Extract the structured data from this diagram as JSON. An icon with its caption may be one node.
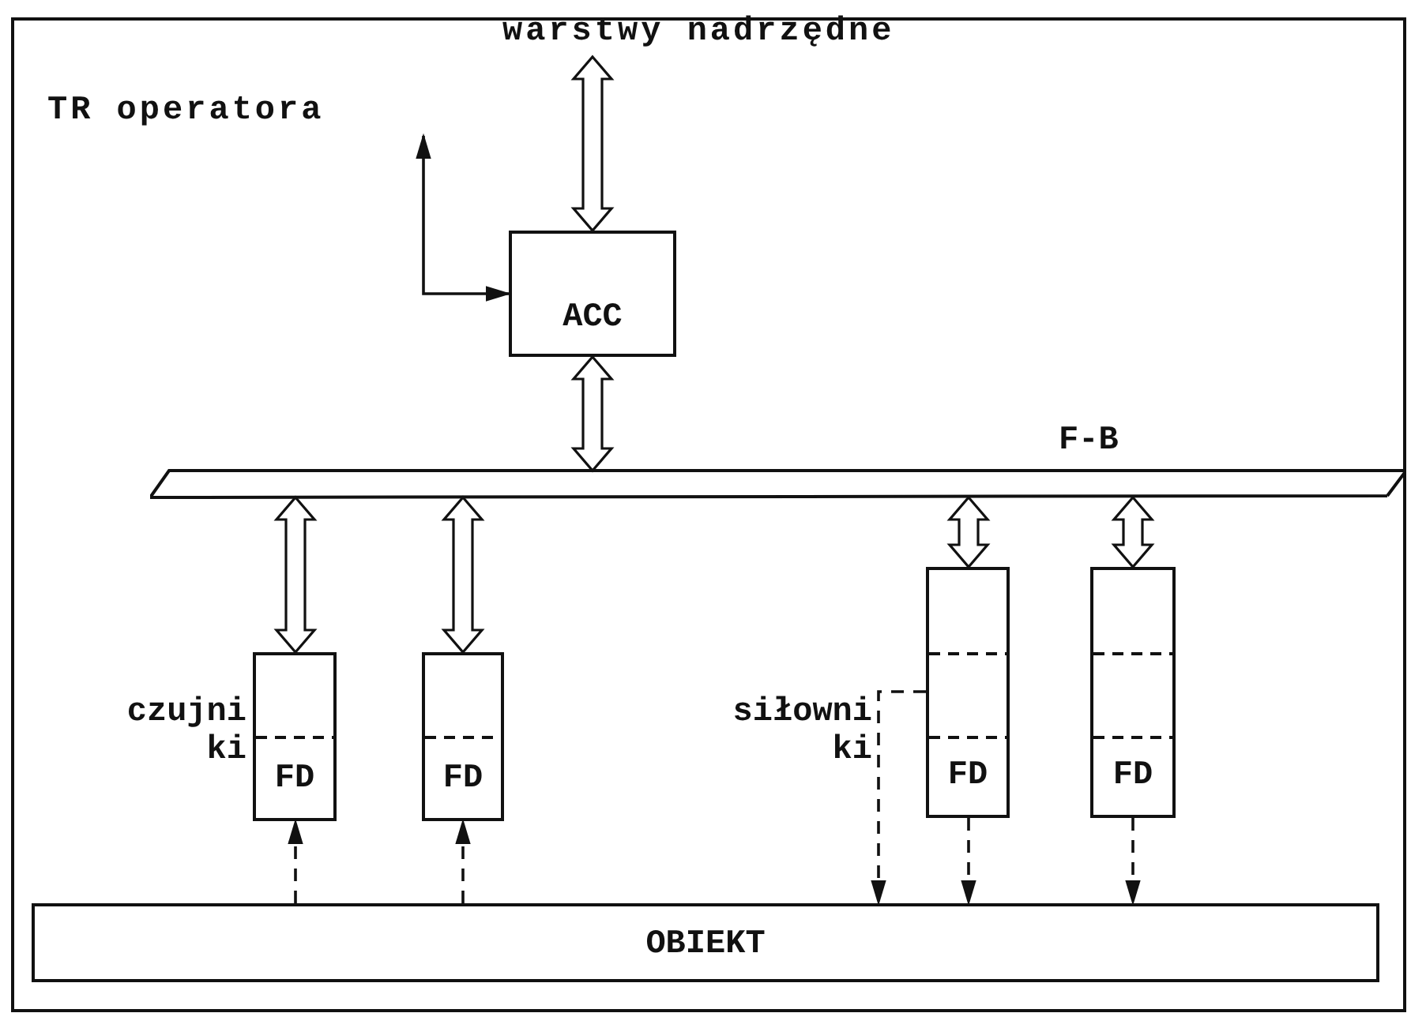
{
  "diagram": {
    "nodes": [
      {
        "text": [
          "warstwy nadrzędne"
        ]
      },
      {
        "text": [
          "TR operatora"
        ]
      },
      {
        "text": [
          "ACC"
        ]
      },
      {
        "text": [
          "F-B"
        ]
      },
      {
        "text": [
          "FD"
        ]
      },
      {
        "text": [
          "FD"
        ]
      },
      {
        "text": [
          "FD"
        ]
      },
      {
        "text": [
          "FD"
        ]
      },
      {
        "text": [
          "OBIEKT"
        ]
      }
    ],
    "edges": [
      {
        "from": 0,
        "to": 2,
        "arrow": "both",
        "style": "thick"
      },
      {
        "from": 1,
        "to": 2,
        "arrow": "both"
      },
      {
        "from": 2,
        "to": 3,
        "arrow": "both",
        "style": "thick"
      },
      {
        "from": 3,
        "to": 4,
        "arrow": "both",
        "style": "thick"
      },
      {
        "from": 3,
        "to": 5,
        "arrow": "both",
        "style": "thick"
      },
      {
        "from": 3,
        "to": 6,
        "arrow": "both",
        "style": "thick"
      },
      {
        "from": 3,
        "to": 7,
        "arrow": "both",
        "style": "thick"
      },
      {
        "from": 8,
        "to": 4,
        "arrow": "to",
        "style": "dashed"
      },
      {
        "from": 8,
        "to": 5,
        "arrow": "to",
        "style": "dashed"
      },
      {
        "from": 6,
        "to": 8,
        "arrow": "to",
        "style": "dashed"
      },
      {
        "from": 6,
        "to": 8,
        "arrow": "to",
        "style": "dashed"
      },
      {
        "from": 7,
        "to": 8,
        "arrow": "to",
        "style": "dashed"
      }
    ],
    "labels": [
      "czujni ki",
      "siłowni ki"
    ]
  }
}
